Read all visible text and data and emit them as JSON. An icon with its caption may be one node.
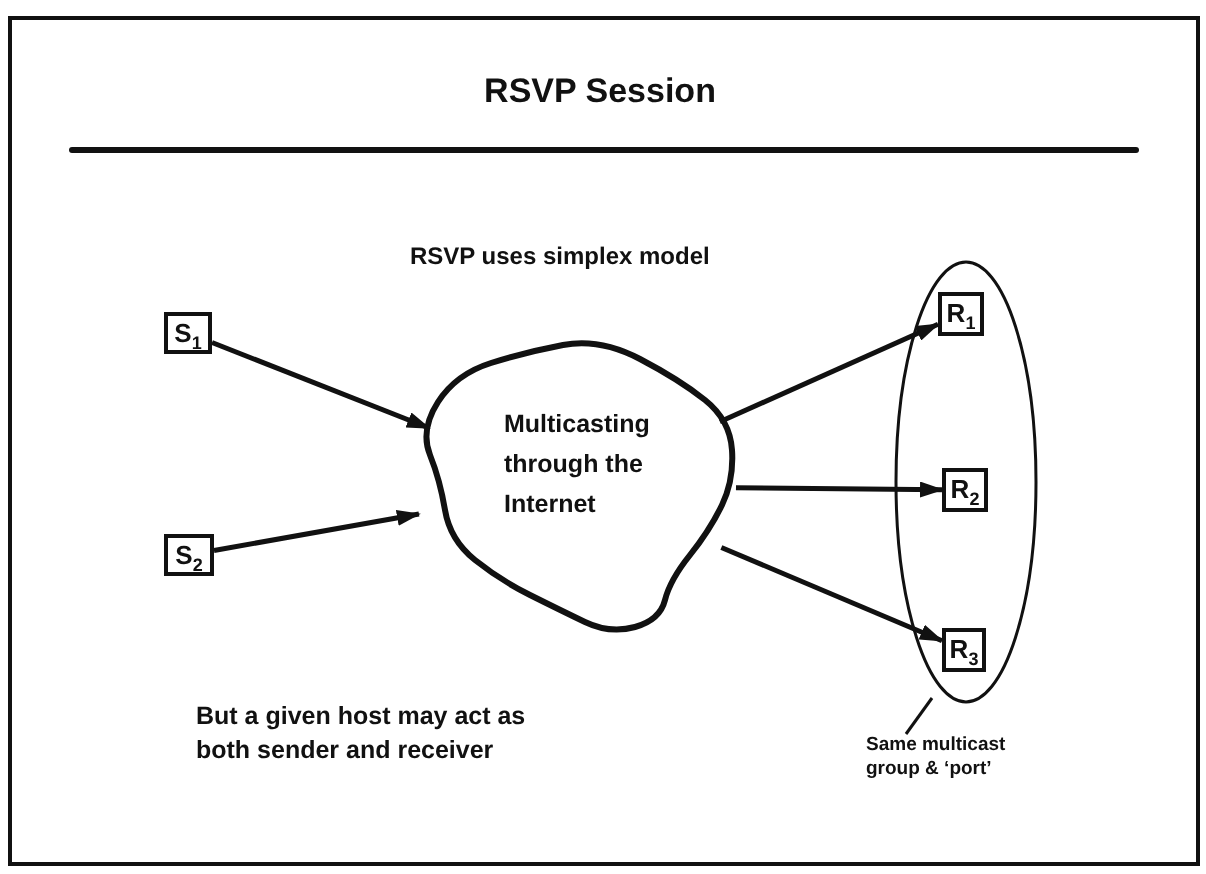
{
  "diagram": {
    "title": "RSVP Session",
    "nodes": [
      {
        "text": [
          "S$_{1}$"
        ]
      },
      {
        "text": [
          "S$_{2}$"
        ]
      },
      {
        "text": [
          "Multicasting through the Internet"
        ]
      },
      {
        "text": [],
        "shape": "ellipse"
      },
      {
        "text": [
          "R$_{1}$"
        ],
        "in": 3
      },
      {
        "text": [
          "R$_{2}$"
        ],
        "in": 3
      },
      {
        "text": [
          "R$_{3}$"
        ],
        "in": 3
      },
      {
        "text": [
          "Same multicast group & ‘port’"
        ]
      }
    ],
    "edges": [
      {
        "from": 0,
        "to": 2,
        "arrow": "to"
      },
      {
        "from": 1,
        "to": 2,
        "arrow": "to"
      },
      {
        "from": 2,
        "to": 4,
        "arrow": "to"
      },
      {
        "from": 2,
        "to": 5,
        "arrow": "to"
      },
      {
        "from": 2,
        "to": 6,
        "arrow": "to"
      },
      {
        "from": 7,
        "to": 3,
        "arrow": "none"
      }
    ],
    "labels": [
      "RSVP uses simplex model",
      "But a given host may act as both sender and receiver"
    ]
  }
}
